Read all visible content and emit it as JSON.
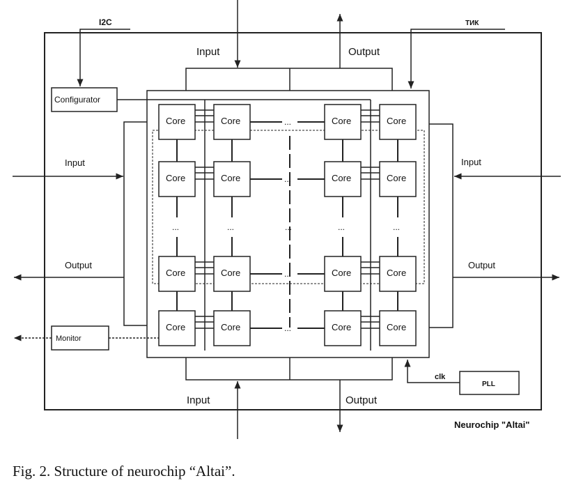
{
  "labels": {
    "i2c": "I2C",
    "tik": "ТИК",
    "configurator": "Configurator",
    "monitor": "Monitor",
    "pll": "PLL",
    "clk": "clk",
    "top_input": "Input",
    "top_output": "Output",
    "left_input": "Input",
    "left_output": "Output",
    "right_input": "Input",
    "right_output": "Output",
    "bottom_input": "Input",
    "bottom_output": "Output",
    "chip_name": "Neurochip \"Altai\"",
    "ellipsis": "..."
  },
  "cores": [
    "Core",
    "Core",
    "Core",
    "Core",
    "Core",
    "Core",
    "Core",
    "Core",
    "Core",
    "Core",
    "Core",
    "Core",
    "Core",
    "Core",
    "Core",
    "Core"
  ],
  "caption": "Fig. 2. Structure of neurochip “Altai”."
}
